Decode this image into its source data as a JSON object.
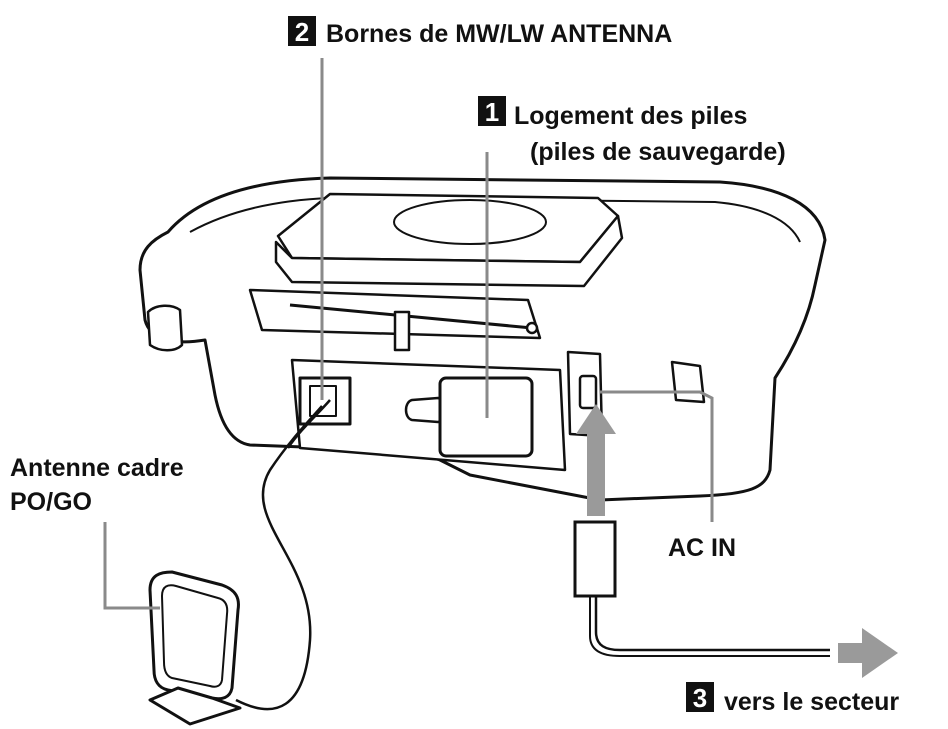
{
  "callouts": {
    "antenna_terminals": {
      "number": "2",
      "text": "Bornes de MW/LW ANTENNA"
    },
    "battery_compartment": {
      "number": "1",
      "line1": "Logement des piles",
      "line2": "(piles de sauvegarde)"
    },
    "loop_antenna": {
      "line1": "Antenne cadre",
      "line2": "PO/GO"
    },
    "ac_in": {
      "text": "AC IN"
    },
    "mains": {
      "number": "3",
      "text": "vers le secteur"
    }
  },
  "colors": {
    "line": "#111111",
    "leader": "#8a8a8a",
    "arrow": "#9a9a9a",
    "badge": "#111111"
  }
}
